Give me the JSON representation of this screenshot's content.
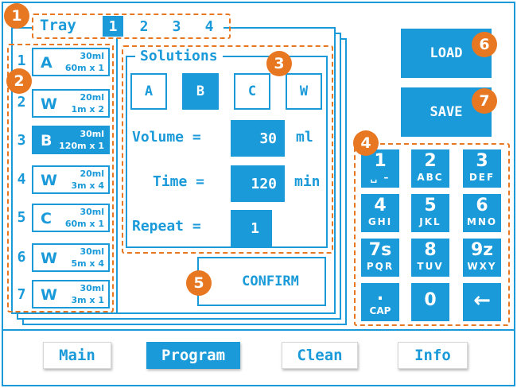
{
  "colors": {
    "primary": "#1a9ad9",
    "annotation": "#e87722",
    "background": "#ffffff"
  },
  "tray": {
    "label": "Tray",
    "numbers": [
      "1",
      "2",
      "3",
      "4"
    ],
    "selected": "1"
  },
  "slots": [
    {
      "index": "1",
      "letter": "A",
      "volume": "30ml",
      "time": "60m x 1",
      "selected": false
    },
    {
      "index": "2",
      "letter": "W",
      "volume": "20ml",
      "time": "1m x 2",
      "selected": false
    },
    {
      "index": "3",
      "letter": "B",
      "volume": "30ml",
      "time": "120m x 1",
      "selected": true
    },
    {
      "index": "4",
      "letter": "W",
      "volume": "20ml",
      "time": "3m x 4",
      "selected": false
    },
    {
      "index": "5",
      "letter": "C",
      "volume": "30ml",
      "time": "60m x 1",
      "selected": false
    },
    {
      "index": "6",
      "letter": "W",
      "volume": "30ml",
      "time": "5m x 4",
      "selected": false
    },
    {
      "index": "7",
      "letter": "W",
      "volume": "30ml",
      "time": "3m x 1",
      "selected": false
    }
  ],
  "solutions": {
    "title": "Solutions",
    "options": [
      "A",
      "B",
      "C",
      "W"
    ],
    "selected": "B",
    "volume": {
      "label": "Volume =",
      "value": "30",
      "unit": "ml"
    },
    "time": {
      "label": "Time =",
      "value": "120",
      "unit": "min"
    },
    "repeat": {
      "label": "Repeat =",
      "value": "1"
    }
  },
  "confirm_label": "CONFIRM",
  "load_label": "LOAD",
  "save_label": "SAVE",
  "keypad": {
    "keys": [
      {
        "digit": "1",
        "letters": "␣ –",
        "icon": "space-dash"
      },
      {
        "digit": "2",
        "letters": "ABC"
      },
      {
        "digit": "3",
        "letters": "DEF"
      },
      {
        "digit": "4",
        "letters": "GHI"
      },
      {
        "digit": "5",
        "letters": "JKL"
      },
      {
        "digit": "6",
        "letters": "MNO"
      },
      {
        "digit": "7s",
        "letters": "PQR"
      },
      {
        "digit": "8",
        "letters": "TUV"
      },
      {
        "digit": "9z",
        "letters": "WXY"
      },
      {
        "digit": ".",
        "letters": "CAP"
      },
      {
        "digit": "0",
        "letters": ""
      },
      {
        "digit": "←",
        "letters": "",
        "icon": "backspace-arrow-icon"
      }
    ]
  },
  "nav": {
    "items": [
      "Main",
      "Program",
      "Clean",
      "Info"
    ],
    "active": "Program"
  },
  "annotations": [
    "1",
    "2",
    "3",
    "4",
    "5",
    "6",
    "7"
  ]
}
